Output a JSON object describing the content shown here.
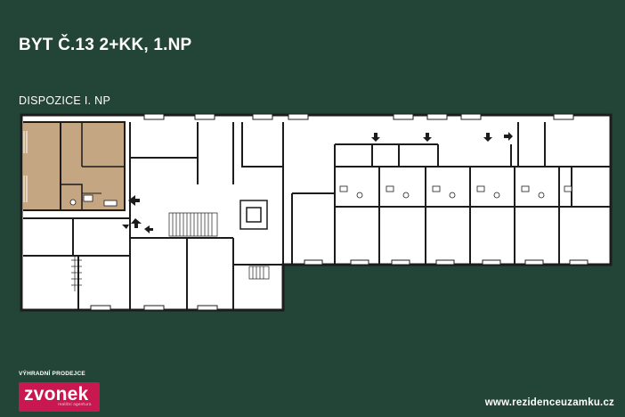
{
  "header": {
    "title": "BYT Č.13 2+KK, 1.NP",
    "floor_label": "DISPOZICE I. NP"
  },
  "plan": {
    "highlighted_unit": "BYT Č.13",
    "highlight_color": "#c4a682",
    "wall_color": "#1c1c1c",
    "floor_color": "#ffffff",
    "icons": [
      "staircase-icon",
      "entrance-arrow-icon"
    ]
  },
  "footer": {
    "agent_label": "VÝHRADNÍ PRODEJCE",
    "logo_text": "zvonek",
    "logo_tagline": "realitní agentura",
    "website": "www.rezidenceuzamku.cz"
  },
  "colors": {
    "background": "#234537",
    "logo_background": "#c9184f",
    "text": "#ffffff"
  }
}
